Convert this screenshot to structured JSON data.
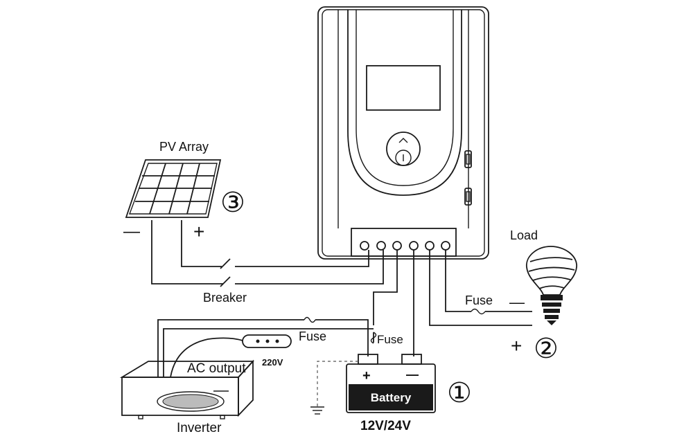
{
  "labels": {
    "pv_array": "PV Array",
    "breaker": "Breaker",
    "load": "Load",
    "fuse_load": "Fuse",
    "fuse_inverter": "Fuse",
    "fuse_battery": "Fuse",
    "ac_output": "AC output",
    "ac_voltage": "220V",
    "inverter": "Inverter",
    "battery": "Battery",
    "battery_voltage": "12V/24V"
  },
  "steps": {
    "step1": "①",
    "step2": "②",
    "step3": "③"
  },
  "polarity": {
    "pv_minus": "—",
    "pv_plus": "+",
    "load_minus": "—",
    "load_plus": "+",
    "battery_plus": "+",
    "battery_minus": "—"
  },
  "icons": {
    "controller": "charge-controller-icon",
    "solar_panel": "solar-panel-icon",
    "bulb": "light-bulb-icon",
    "battery": "battery-icon",
    "inverter": "inverter-icon",
    "breaker": "breaker-switch-icon",
    "fuse": "fuse-icon",
    "ground": "ground-icon",
    "socket": "power-socket-icon"
  }
}
